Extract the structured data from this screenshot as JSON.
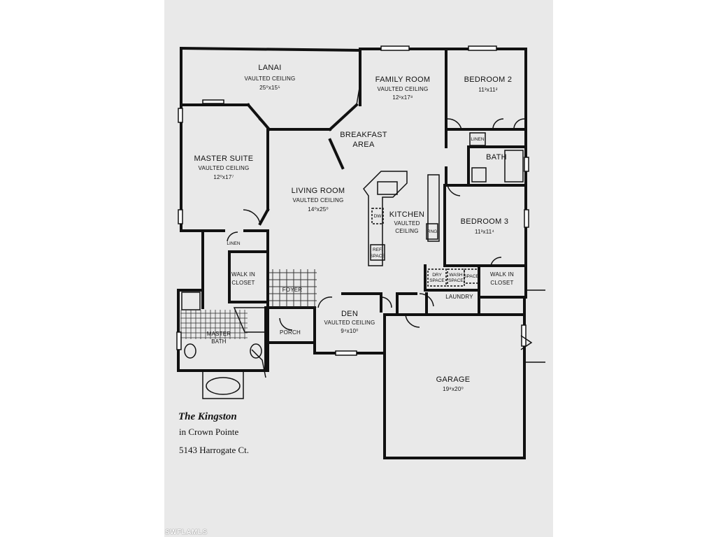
{
  "plan": {
    "title": "The Kingston",
    "community": "in Crown Pointe",
    "address": "5143 Harrogate Ct.",
    "watermark": "SWFLAMLS",
    "rooms": {
      "lanai": {
        "name": "LANAI",
        "ceiling": "VAULTED CEILING",
        "dims": "25⁰x15⁵"
      },
      "family_room": {
        "name": "FAMILY ROOM",
        "ceiling": "VAULTED CEILING",
        "dims": "12¹x17⁸"
      },
      "bedroom2": {
        "name": "BEDROOM 2",
        "dims": "11³x11²"
      },
      "breakfast": {
        "line1": "BREAKFAST",
        "line2": "AREA"
      },
      "master_suite": {
        "name": "MASTER SUITE",
        "ceiling": "VAULTED CEILING",
        "dims": "12⁰x17⁷"
      },
      "living_room": {
        "name": "LIVING ROOM",
        "ceiling": "VAULTED CEILING",
        "dims": "14⁰x25⁰"
      },
      "bath": {
        "name": "BATH"
      },
      "linen_top": "LINEN",
      "kitchen": {
        "name": "KITCHEN",
        "ceiling1": "VAULTED",
        "ceiling2": "CEILING"
      },
      "dw": "DW",
      "rng": "RNG.",
      "ref_space": {
        "line1": "REF.",
        "line2": "SPACE"
      },
      "bedroom3": {
        "name": "BEDROOM 3",
        "dims": "11³x11⁴"
      },
      "linen_mid": "LINEN",
      "walk_in_closet_left": {
        "line1": "WALK IN",
        "line2": "CLOSET"
      },
      "foyer": "FOYER",
      "dry_space": {
        "line1": "DRY",
        "line2": "SPACE"
      },
      "wash_space": {
        "line1": "WASH",
        "line2": "SPACE"
      },
      "space": "SPACE",
      "walk_in_closet_right": {
        "line1": "WALK IN",
        "line2": "CLOSET"
      },
      "laundry": "LAUNDRY",
      "den": {
        "name": "DEN",
        "ceiling": "VAULTED CEILING",
        "dims": "9⁴x10⁰"
      },
      "master_bath": {
        "line1": "MASTER",
        "line2": "BATH"
      },
      "porch": "PORCH",
      "garage": {
        "name": "GARAGE",
        "dims": "19⁸x20⁰"
      }
    }
  }
}
